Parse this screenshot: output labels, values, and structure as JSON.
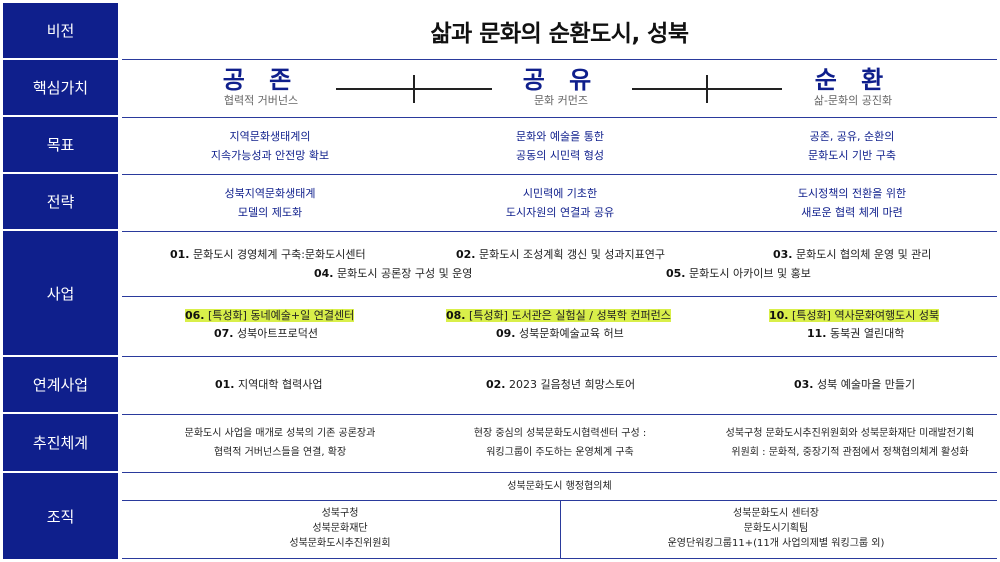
{
  "sidebar": {
    "vision": "비전",
    "core_values": "핵심가치",
    "goal": "목표",
    "strategy": "전략",
    "business": "사업",
    "linked_business": "연계사업",
    "system": "추진체계",
    "organization": "조직"
  },
  "vision": {
    "title": "삶과 문화의 순환도시, 성북"
  },
  "values": [
    {
      "title": "공 존",
      "sub": "협력적 거버넌스"
    },
    {
      "title": "공 유",
      "sub": "문화 커먼즈"
    },
    {
      "title": "순 환",
      "sub": "삶-문화의 공진화"
    }
  ],
  "goals": [
    {
      "line1": "지역문화생태계의",
      "line2": "지속가능성과 안전망 확보"
    },
    {
      "line1": "문화와 예술을 통한",
      "line2": "공동의 시민력 형성"
    },
    {
      "line1": "공존, 공유, 순환의",
      "line2": "문화도시 기반 구축"
    }
  ],
  "strategies": [
    {
      "line1": "성북지역문화생태계",
      "line2": "모델의 제도화"
    },
    {
      "line1": "시민력에 기초한",
      "line2": "도시자원의 연결과 공유"
    },
    {
      "line1": "도시정책의 전환을 위한",
      "line2": "새로운 협력 체계 마련"
    }
  ],
  "business": {
    "b01": {
      "num": "01.",
      "text": "문화도시 경영체계 구축:문화도시센터"
    },
    "b02": {
      "num": "02.",
      "text": "문화도시 조성계획 갱신 및 성과지표연구"
    },
    "b03": {
      "num": "03.",
      "text": "문화도시 협의체 운영 및 관리"
    },
    "b04": {
      "num": "04.",
      "text": "문화도시 공론장 구성 및 운영"
    },
    "b05": {
      "num": "05.",
      "text": "문화도시 아카이브 및 홍보"
    },
    "b06": {
      "num": "06.",
      "text": "[특성화] 동네예술+일 연결센터"
    },
    "b07": {
      "num": "07.",
      "text": "성북아트프로덕션"
    },
    "b08": {
      "num": "08.",
      "text": "[특성화] 도서관은 실험실 / 성북학 컨퍼런스"
    },
    "b09": {
      "num": "09.",
      "text": "성북문화예술교육 허브"
    },
    "b10": {
      "num": "10.",
      "text": "[특성화] 역사문화여행도시 성북"
    },
    "b11": {
      "num": "11.",
      "text": "동북권 열린대학"
    }
  },
  "linked": [
    {
      "num": "01.",
      "text": "지역대학 협력사업"
    },
    {
      "num": "02.",
      "text": "2023 길음청년 희망스토어"
    },
    {
      "num": "03.",
      "text": "성북 예술마을 만들기"
    }
  ],
  "system": [
    {
      "line1": "문화도시 사업을 매개로 성북의 기존 공론장과",
      "line2": "협력적 거버넌스들을 연결, 확장"
    },
    {
      "line1": "현장 중심의 성북문화도시협력센터 구성 :",
      "line2": "워킹그룹이 주도하는 운영체계 구축"
    },
    {
      "line1": "성북구청 문화도시추진위원회와 성북문화재단 미래발전기획",
      "line2": "위원회 : 문화적, 중장기적 관점에서 정책협의체계 활성화"
    }
  ],
  "organization": {
    "header": "성북문화도시 행정협의체",
    "left": {
      "line1": "성북구청",
      "line2": "성북문화재단",
      "line3": "성북문화도시추진위원회"
    },
    "right": {
      "line1": "성북문화도시 센터장",
      "line2": "문화도시기획팀",
      "line3": "운영단워킹그룹11+(11개 사업의제별 워킹그룹 외)"
    }
  },
  "colors": {
    "navy": "#0f1f8c",
    "highlight": "#d9ef4a",
    "line": "#2a3a9c"
  }
}
